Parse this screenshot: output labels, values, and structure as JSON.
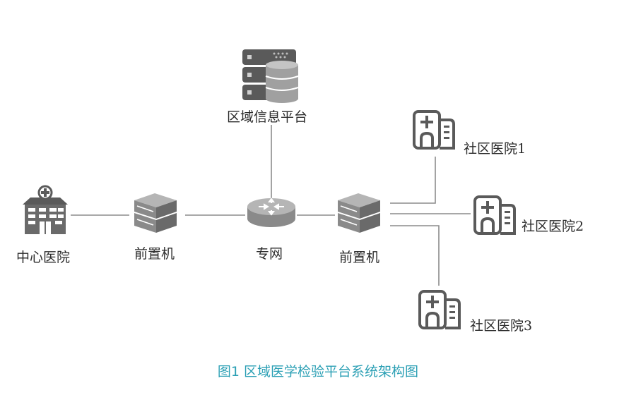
{
  "nodes": {
    "platform": {
      "label": "区域信息平台",
      "icon": "database-server-icon"
    },
    "central_hospital": {
      "label": "中心医院",
      "icon": "hospital-building-icon"
    },
    "front_machine_left": {
      "label": "前置机",
      "icon": "server-icon"
    },
    "private_network": {
      "label": "专网",
      "icon": "router-icon"
    },
    "front_machine_right": {
      "label": "前置机",
      "icon": "server-icon"
    },
    "community_hospital_1": {
      "label": "社区医院1",
      "icon": "clinic-building-icon"
    },
    "community_hospital_2": {
      "label": "社区医院2",
      "icon": "clinic-building-icon"
    },
    "community_hospital_3": {
      "label": "社区医院3",
      "icon": "clinic-building-icon"
    }
  },
  "caption": "图1 区域医学检验平台系统架构图",
  "colors": {
    "line": "#8c8c8c",
    "icon_dark": "#5a5a5a",
    "icon_mid": "#8a8a8a",
    "icon_light": "#b5b5b5",
    "caption": "#2a9fb4"
  }
}
